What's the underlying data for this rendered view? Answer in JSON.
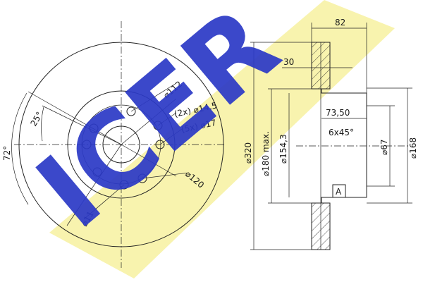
{
  "front_view": {
    "angle_72": "72°",
    "angle_25": "25°",
    "dia_112": "⌀112",
    "holes_2x": "(2x) ⌀14,5",
    "holes_5x": "(5x) ⌀17",
    "dia_120": "⌀120",
    "dia_11": "⌀11"
  },
  "side_view": {
    "dim_82": "82",
    "dim_30": "30",
    "dim_7350": "73,50",
    "chamfer": "6x45°",
    "dia_320": "⌀320",
    "dia_180": "⌀180 max.",
    "dia_1543": "⌀154,3",
    "dia_67": "⌀67",
    "dia_168": "⌀168",
    "datum": "A"
  },
  "logo": {
    "text": "ICER",
    "color": "#2b39c6",
    "band_color": "#f7f1a0"
  }
}
